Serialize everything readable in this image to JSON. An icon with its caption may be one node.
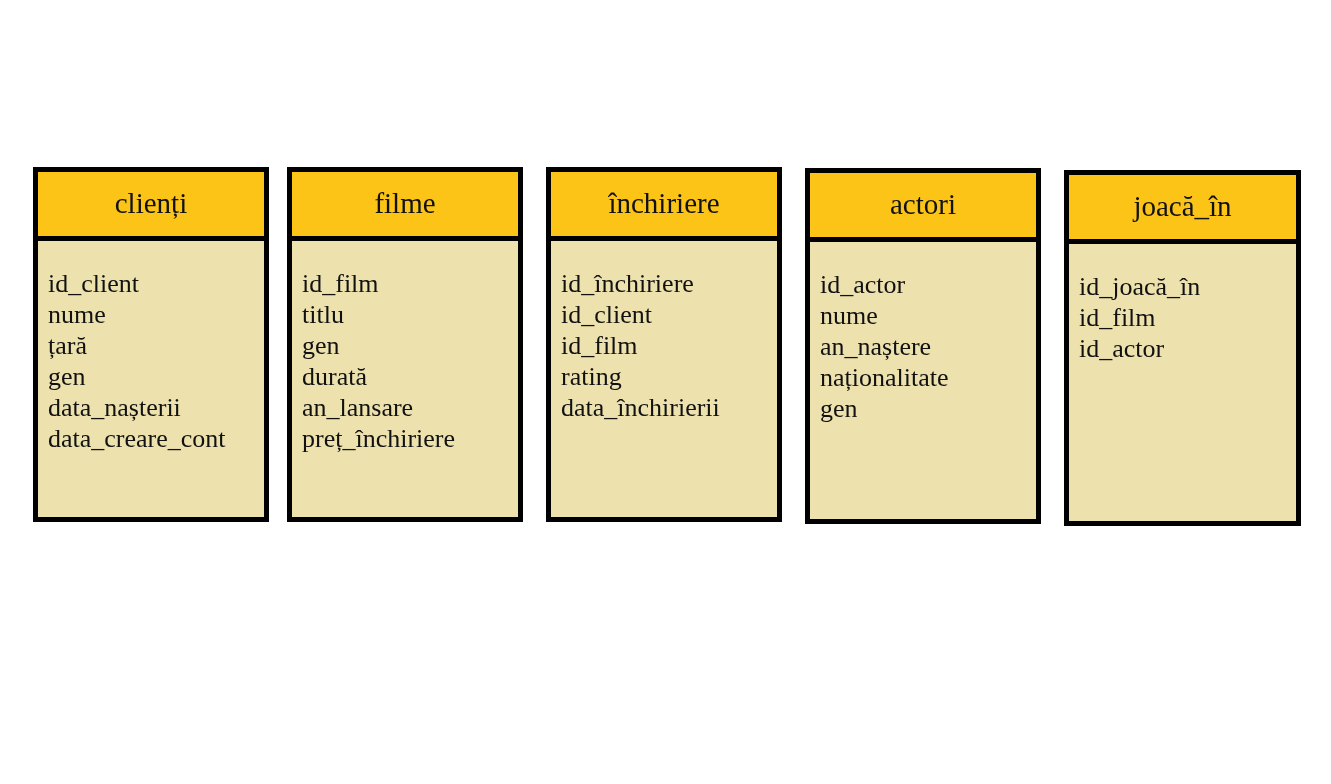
{
  "diagram": {
    "nodes": [
      {
        "text": [
          "clienți",
          "id_client",
          "nume",
          "țară",
          "gen",
          "data_nașterii",
          "data_creare_cont"
        ]
      },
      {
        "text": [
          "filme",
          "id_film",
          "titlu",
          "gen",
          "durată",
          "an_lansare",
          "preț_închiriere"
        ]
      },
      {
        "text": [
          "închiriere",
          "id_închiriere",
          "id_client",
          "id_film",
          "rating",
          "data_închirierii"
        ]
      },
      {
        "text": [
          "actori",
          "id_actor",
          "nume",
          "an_naștere",
          "naționalitate",
          "gen"
        ]
      },
      {
        "text": [
          "joacă_în",
          "id_joacă_în",
          "id_film",
          "id_actor"
        ]
      }
    ]
  }
}
